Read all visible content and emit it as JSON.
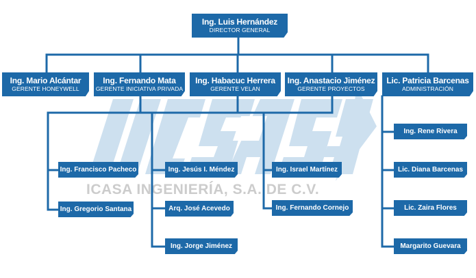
{
  "watermark": {
    "logo_text": "ICASA",
    "company_name": "ICASA INGENIERÍA, S.A. DE C.V."
  },
  "colors": {
    "box": "#1d69a8",
    "line": "#1d69a8",
    "shadow": "#9fb8cc",
    "logo": "#bcd4e8",
    "company": "#c9c9c9"
  },
  "director": {
    "name": "Ing. Luis Hernández",
    "role": "DIRECTOR GENERAL"
  },
  "managers": [
    {
      "name": "Ing. Mario Alcántar",
      "role": "GERENTE HONEYWELL"
    },
    {
      "name": "Ing. Fernando Mata",
      "role": "GERENTE INICIATIVA PRIVADA"
    },
    {
      "name": "Ing. Habacuc Herrera",
      "role": "GERENTE VELAN"
    },
    {
      "name": "Ing. Anastacio Jiménez",
      "role": "GERENTE PROYECTOS"
    },
    {
      "name": "Lic. Patricia Barcenas",
      "role": "ADMINISTRACIÓN"
    }
  ],
  "staff": {
    "group_a": [
      "Ing. Francisco Pacheco",
      "Ing. Gregorio Santana"
    ],
    "group_b": [
      "Ing. Jesús I. Méndez",
      "Arq. José Acevedo",
      "Ing. Jorge Jiménez"
    ],
    "group_c": [
      "Ing. Israel Martínez",
      "Ing. Fernando Cornejo"
    ],
    "group_d": [
      "Ing. Rene Rivera",
      "Lic. Diana Barcenas",
      "Lic. Zaira Flores",
      "Margarito Guevara"
    ]
  }
}
